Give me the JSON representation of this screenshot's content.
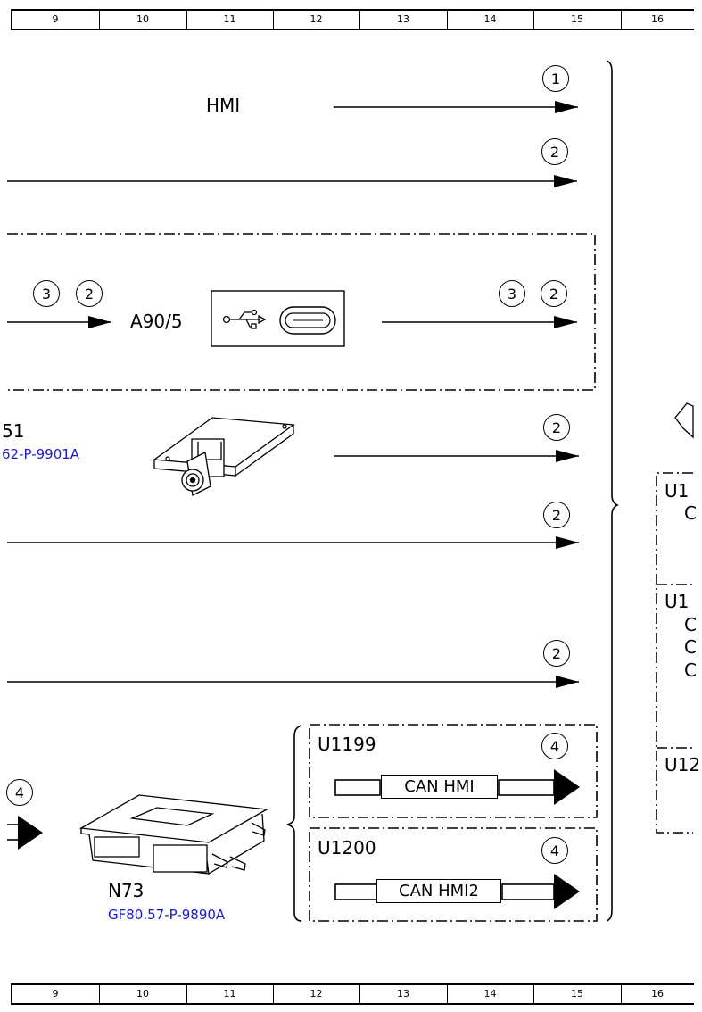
{
  "ruler": {
    "top": [
      "9",
      "10",
      "11",
      "12",
      "13",
      "14",
      "15",
      "16"
    ],
    "bottom": [
      "9",
      "10",
      "11",
      "12",
      "13",
      "14",
      "15",
      "16"
    ]
  },
  "labels": {
    "hmi": "HMI",
    "a90_5": "A90/5",
    "partial_id": "51",
    "partial_code": "62-P-9901A",
    "n73": "N73",
    "n73_code": "GF80.57-P-9890A",
    "u1199": "U1199",
    "u1200": "U1200",
    "can_hmi": "CAN HMI",
    "can_hmi2": "CAN HMI2",
    "right_u1": "U1",
    "right_u1b": "U1",
    "right_u12": "U12",
    "right_c1": "C",
    "right_c2": "C",
    "right_c3": "C",
    "right_c4": "C"
  },
  "markers": {
    "m_hmi": "1",
    "m_row2": "2",
    "m_usb_left_a": "3",
    "m_usb_left_b": "2",
    "m_usb_right_a": "3",
    "m_usb_right_b": "2",
    "m_row4": "2",
    "m_row5": "2",
    "m_row6": "2",
    "m_left4": "4",
    "m_u1199": "4",
    "m_u1200": "4"
  },
  "colors": {
    "line": "#000000",
    "code": "#1a1acc"
  }
}
